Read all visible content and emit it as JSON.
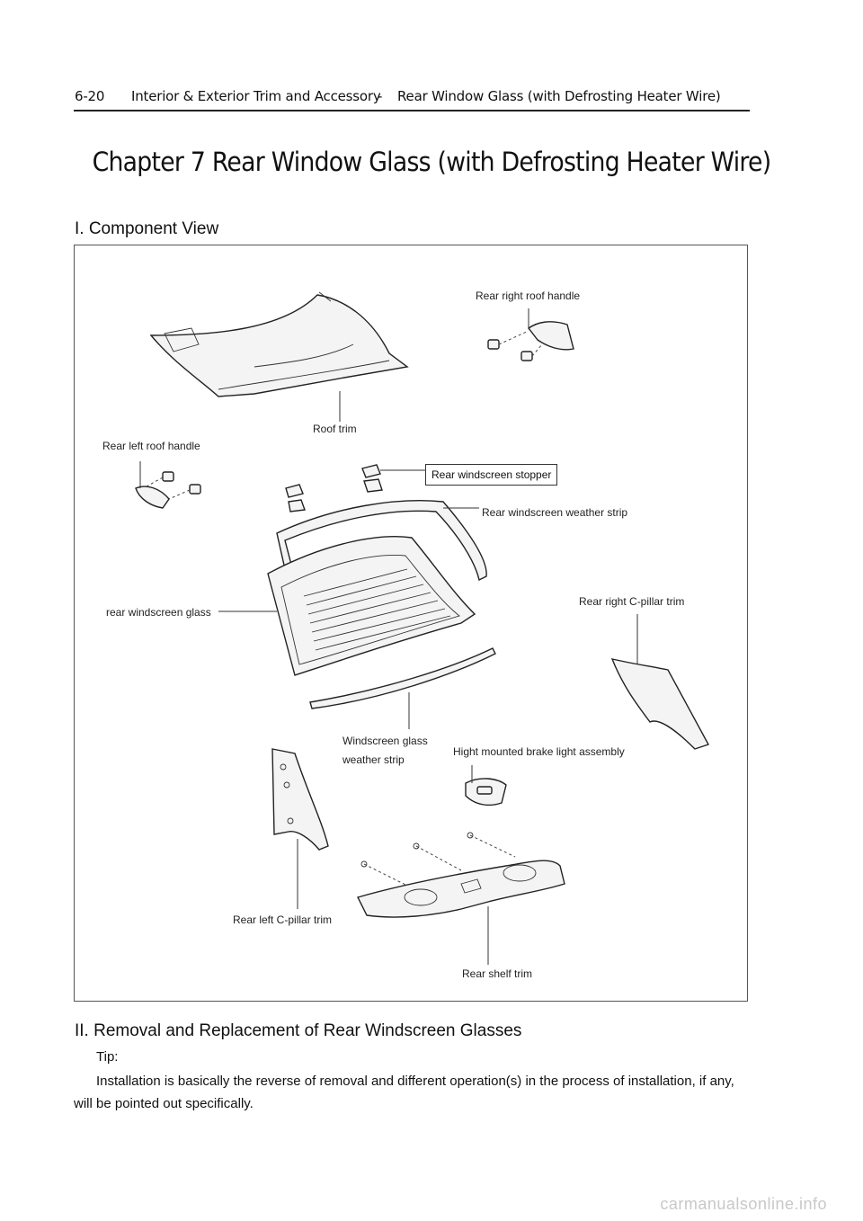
{
  "header": {
    "page_number": "6-20",
    "section": "Interior & Exterior Trim and Accessory",
    "separator": "-",
    "subject": "Rear Window Glass (with Defrosting Heater Wire)"
  },
  "chapter_title": "Chapter 7   Rear Window Glass (with Defrosting Heater Wire)",
  "section1_heading": "I. Component View",
  "diagram": {
    "labels": {
      "rear_right_roof_handle": "Rear right roof handle",
      "roof_trim": "Roof trim",
      "rear_left_roof_handle": "Rear left roof handle",
      "rear_windscreen_stopper": "Rear windscreen stopper",
      "rear_windscreen_weather_strip": "Rear windscreen weather strip",
      "rear_windscreen_glass": "rear windscreen glass",
      "rear_right_c_pillar_trim": "Rear right C-pillar trim",
      "windscreen_glass_weather_strip_line1": "Windscreen glass",
      "windscreen_glass_weather_strip_line2": "weather strip",
      "brake_light_assembly": "Hight mounted  brake light assembly",
      "rear_left_c_pillar_trim": "Rear left C-pillar trim",
      "rear_shelf_trim": "Rear shelf trim"
    }
  },
  "section2_heading": "II. Removal and Replacement of Rear Windscreen Glasses",
  "tip_label": "Tip:",
  "tip_text_line1": "Installation is basically the reverse of removal and different operation(s) in the process of installation, if any,",
  "tip_text_line2": "will be pointed out specifically.",
  "watermark": "carmanualsonline.info"
}
